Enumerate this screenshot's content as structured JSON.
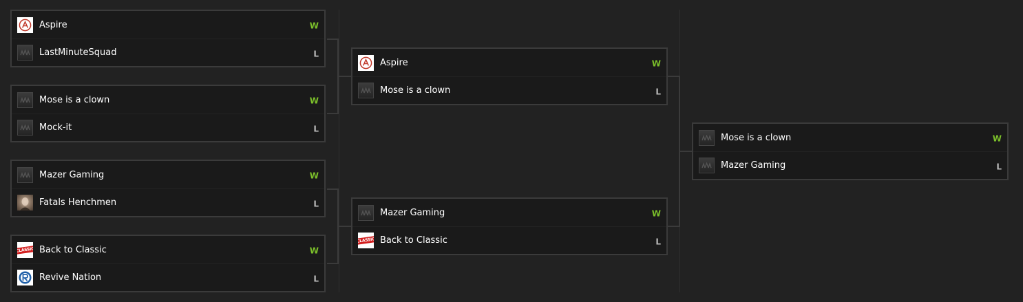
{
  "bracket": {
    "round1": [
      {
        "team1": {
          "name": "Aspire",
          "result": "W",
          "logo": "aspire-logo"
        },
        "team2": {
          "name": "LastMinuteSquad",
          "result": "L",
          "logo": "placeholder-logo"
        }
      },
      {
        "team1": {
          "name": "Mose is a clown",
          "result": "W",
          "logo": "placeholder-logo"
        },
        "team2": {
          "name": "Mock-it",
          "result": "L",
          "logo": "placeholder-logo"
        }
      },
      {
        "team1": {
          "name": "Mazer Gaming",
          "result": "W",
          "logo": "placeholder-logo"
        },
        "team2": {
          "name": "Fatals Henchmen",
          "result": "L",
          "logo": "henchmen-logo"
        }
      },
      {
        "team1": {
          "name": "Back to Classic",
          "result": "W",
          "logo": "classic-logo"
        },
        "team2": {
          "name": "Revive Nation",
          "result": "L",
          "logo": "revive-logo"
        }
      }
    ],
    "round2": [
      {
        "team1": {
          "name": "Aspire",
          "result": "W",
          "logo": "aspire-logo"
        },
        "team2": {
          "name": "Mose is a clown",
          "result": "L",
          "logo": "placeholder-logo"
        }
      },
      {
        "team1": {
          "name": "Mazer Gaming",
          "result": "W",
          "logo": "placeholder-logo"
        },
        "team2": {
          "name": "Back to Classic",
          "result": "L",
          "logo": "classic-logo"
        }
      }
    ],
    "round3": [
      {
        "team1": {
          "name": "Mose is a clown",
          "result": "W",
          "logo": "placeholder-logo"
        },
        "team2": {
          "name": "Mazer Gaming",
          "result": "L",
          "logo": "placeholder-logo"
        }
      }
    ],
    "logo_text": {
      "classic": "CLASSIC"
    },
    "colors": {
      "background": "#222222",
      "card": "#1a1a1a",
      "border": "#3b3b3b",
      "win": "#7bbf2a",
      "loss": "#b8b8b8",
      "text": "#ffffff"
    }
  }
}
